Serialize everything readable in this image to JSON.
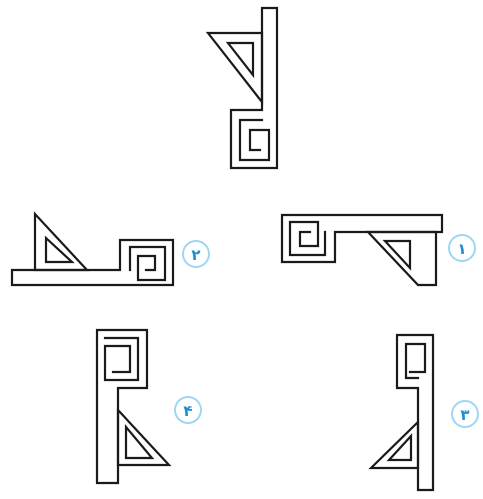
{
  "question": {
    "figure": "reference-figure"
  },
  "options": [
    {
      "id": "option-1",
      "label": "۱"
    },
    {
      "id": "option-2",
      "label": "۲"
    },
    {
      "id": "option-3",
      "label": "۳"
    },
    {
      "id": "option-4",
      "label": "۴"
    }
  ],
  "colors": {
    "stroke": "#1a1a1a",
    "badge_ring": "#9fd6f3",
    "badge_text": "#1c8fd1",
    "background": "#ffffff"
  }
}
